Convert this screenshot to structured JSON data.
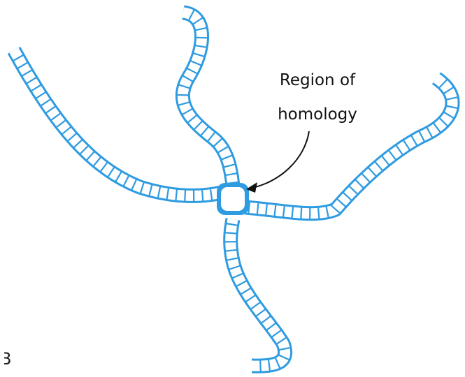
{
  "figure": {
    "label": {
      "line1": "Region of",
      "line2": "homology"
    },
    "corner_mark": "B",
    "colors": {
      "strand": "#2f9be0",
      "strand_fill": "#ffffff",
      "arrow": "#111111",
      "text": "#111111"
    }
  }
}
